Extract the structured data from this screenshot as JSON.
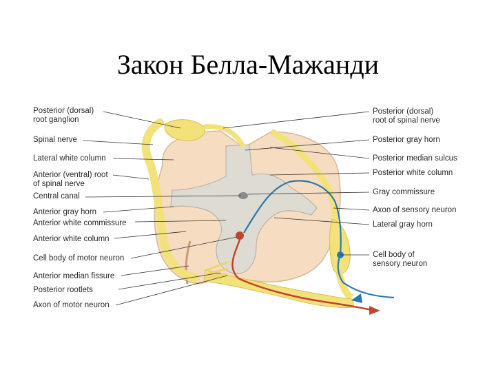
{
  "title": "Закон Белла-Мажанди",
  "labels_left": [
    "Posterior (dorsal)\nroot ganglion",
    "Spinal nerve",
    "Lateral white column",
    "Anterior (ventral) root\nof spinal nerve",
    "Central canal",
    "Anterior gray horn",
    "Anterior white commissure",
    "Anterior white column",
    "Cell body of motor neuron",
    "Anterior median fissure",
    "Posterior rootlets",
    "Axon of motor neuron"
  ],
  "labels_right": [
    "Posterior (dorsal)\nroot of spinal nerve",
    "Posterior gray horn",
    "Posterior median sulcus",
    "Posterior white column",
    "Gray commissure",
    "Axon of sensory neuron",
    "Lateral gray horn",
    "Cell body of\nsensory neuron"
  ],
  "colors": {
    "white_matter": "#f6dcc0",
    "gray_matter": "#dedbd2",
    "nerve": "#f3e27a",
    "sensory": "#2a78b0",
    "motor": "#c0442e",
    "leader": "#333333"
  }
}
